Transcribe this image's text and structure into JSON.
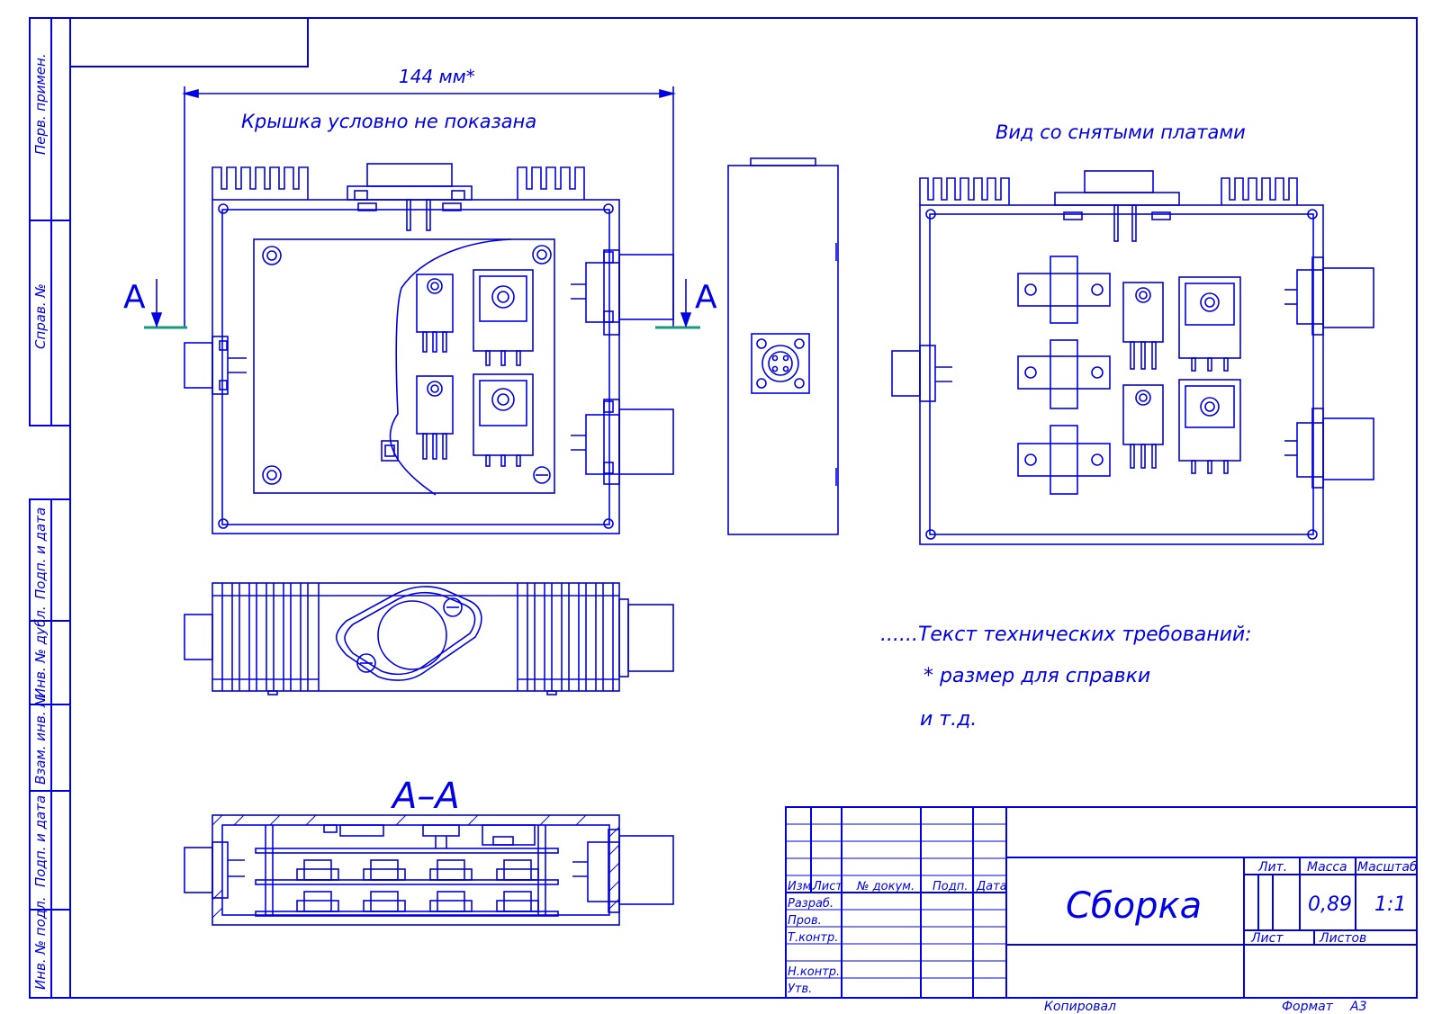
{
  "colors": {
    "ink": "#0000e6",
    "section_mark": "#1a9a7a",
    "paper": "#ffffff"
  },
  "side_strip": {
    "perv_primen": "Перв. примен.",
    "sprav_no": "Справ. №",
    "podp_data_1": "Подп. и дата",
    "inv_dubl": "Инв. № дубл.",
    "vzam_inv": "Взам. инв. №",
    "podp_data_2": "Подп. и дата",
    "inv_podl": "Инв. № подл."
  },
  "views": {
    "dimension": "144 мм*",
    "note_cover": "Крышка условно не показана",
    "note_boards_removed": "Вид со снятыми платами",
    "section_letter_left": "А",
    "section_letter_right": "А",
    "section_title": "А–А"
  },
  "tech_requirements": {
    "line1": "......Текст технических требований:",
    "line2": "* размер для справки",
    "line3": "и т.д."
  },
  "title_block": {
    "col_izm": "Изм.",
    "col_list": "Лист",
    "col_doc": "№ докум.",
    "col_podp": "Подп.",
    "col_data": "Дата",
    "row_razrab": "Разраб.",
    "row_prov": "Пров.",
    "row_tkontr": "Т.контр.",
    "row_nkontr": "Н.контр.",
    "row_utv": "Утв.",
    "name": "Сборка",
    "hdr_lit": "Лит.",
    "hdr_massa": "Масса",
    "hdr_masshtab": "Масштаб",
    "massa": "0,89",
    "masshtab": "1:1",
    "list": "Лист",
    "listov": "Листов",
    "kopiroval": "Копировал",
    "format_label": "Формат",
    "format_value": "А3"
  }
}
